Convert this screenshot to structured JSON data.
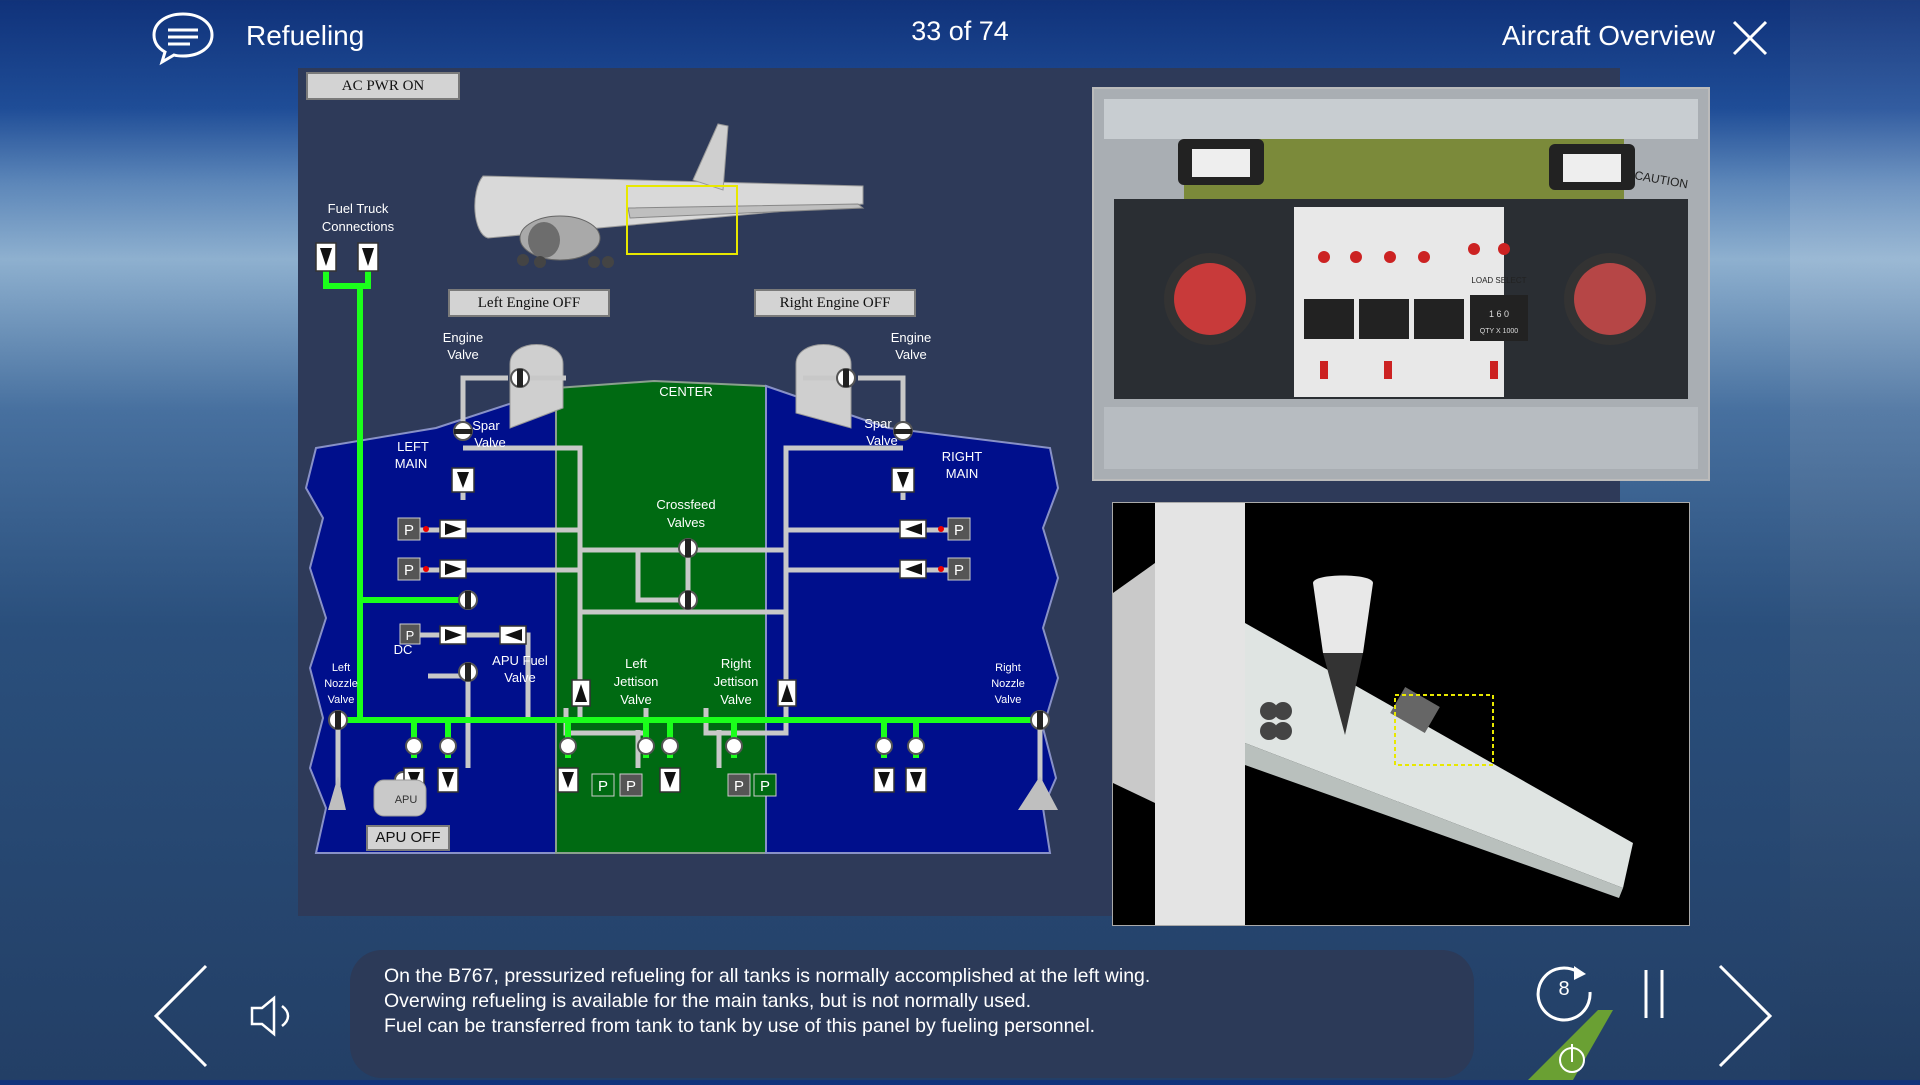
{
  "header": {
    "lesson_title": "Refueling",
    "page_counter": "33 of 74",
    "section_title": "Aircraft Overview"
  },
  "diagram": {
    "ac_pwr_label": "AC PWR ON",
    "left_engine_label": "Left Engine OFF",
    "right_engine_label": "Right Engine OFF",
    "apu_status_label": "APU OFF",
    "fuel_truck_1": "Fuel Truck",
    "fuel_truck_2": "Connections",
    "engine_valve_1": "Engine",
    "engine_valve_2": "Valve",
    "spar_valve_1": "Spar",
    "spar_valve_2": "Valve",
    "left_main_1": "LEFT",
    "left_main_2": "MAIN",
    "right_main_1": "RIGHT",
    "right_main_2": "MAIN",
    "center": "CENTER",
    "crossfeed_1": "Crossfeed",
    "crossfeed_2": "Valves",
    "dc": "DC",
    "apu_fuel_1": "APU Fuel",
    "apu_fuel_2": "Valve",
    "left_jettison_1": "Left",
    "right_jettison_1": "Right",
    "jettison_2": "Jettison",
    "jettison_3": "Valve",
    "left_nozzle_1": "Left",
    "right_nozzle_1": "Right",
    "nozzle_2": "Nozzle",
    "nozzle_3": "Valve",
    "apu": "APU",
    "pump": "P",
    "colors": {
      "tank_blue": "#000f8c",
      "tank_green": "#006a12",
      "fuel_flow": "#1bff1b",
      "pipe": "#c8c8c8",
      "highlight": "#e8e800"
    }
  },
  "photo_top_panel": {
    "caution_text": "CAUTION",
    "load_select": "LOAD SELECT",
    "qty_digits": "1 6 0",
    "qty_units": "QTY X 1000"
  },
  "caption": {
    "line1": "On the B767, pressurized refueling for all tanks is normally accomplished at the left wing.",
    "line2": "Overwing refueling is available for the main tanks, but is not normally used.",
    "line3": "Fuel can be transferred from tank to tank by use of this panel by fueling personnel."
  },
  "controls": {
    "replay_count": "8"
  },
  "icons": [
    "chat-icon",
    "close-icon",
    "chevron-left-icon",
    "chevron-right-icon",
    "speaker-icon",
    "replay-icon",
    "pause-icon",
    "logo-icon"
  ]
}
